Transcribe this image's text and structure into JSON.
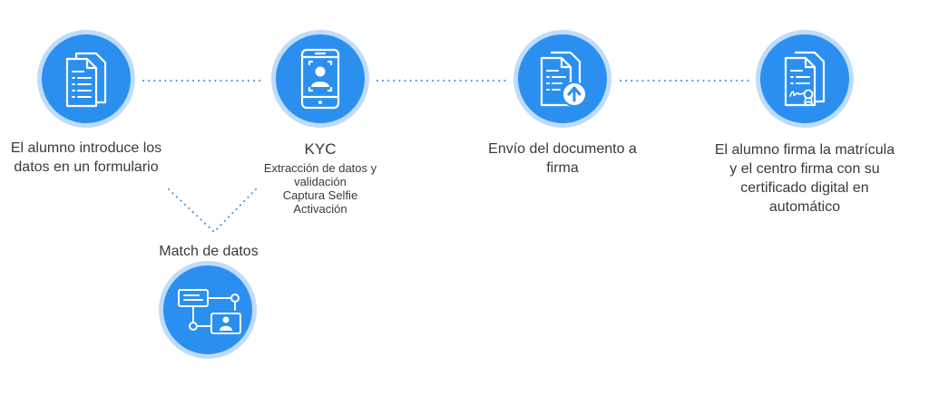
{
  "steps": [
    {
      "label": "El alumno introduce los datos en un formulario",
      "icon": "form-document-icon"
    },
    {
      "title": "KYC",
      "details": [
        "Extracción de datos y validación",
        "Captura Selfie",
        "Activación"
      ],
      "icon": "phone-selfie-icon"
    },
    {
      "label": "Envío del documento a firma",
      "icon": "document-upload-icon"
    },
    {
      "label": "El alumno firma la matrícula y el centro firma con su certificado digital en automático",
      "icon": "signed-certificate-icon"
    }
  ],
  "match": {
    "label": "Match de datos",
    "icon": "data-match-icon"
  },
  "colors": {
    "circle": "#2b8ff0",
    "ring": "#bfdcfb",
    "connector": "#3b8fd8",
    "text": "#3a3a3a"
  }
}
